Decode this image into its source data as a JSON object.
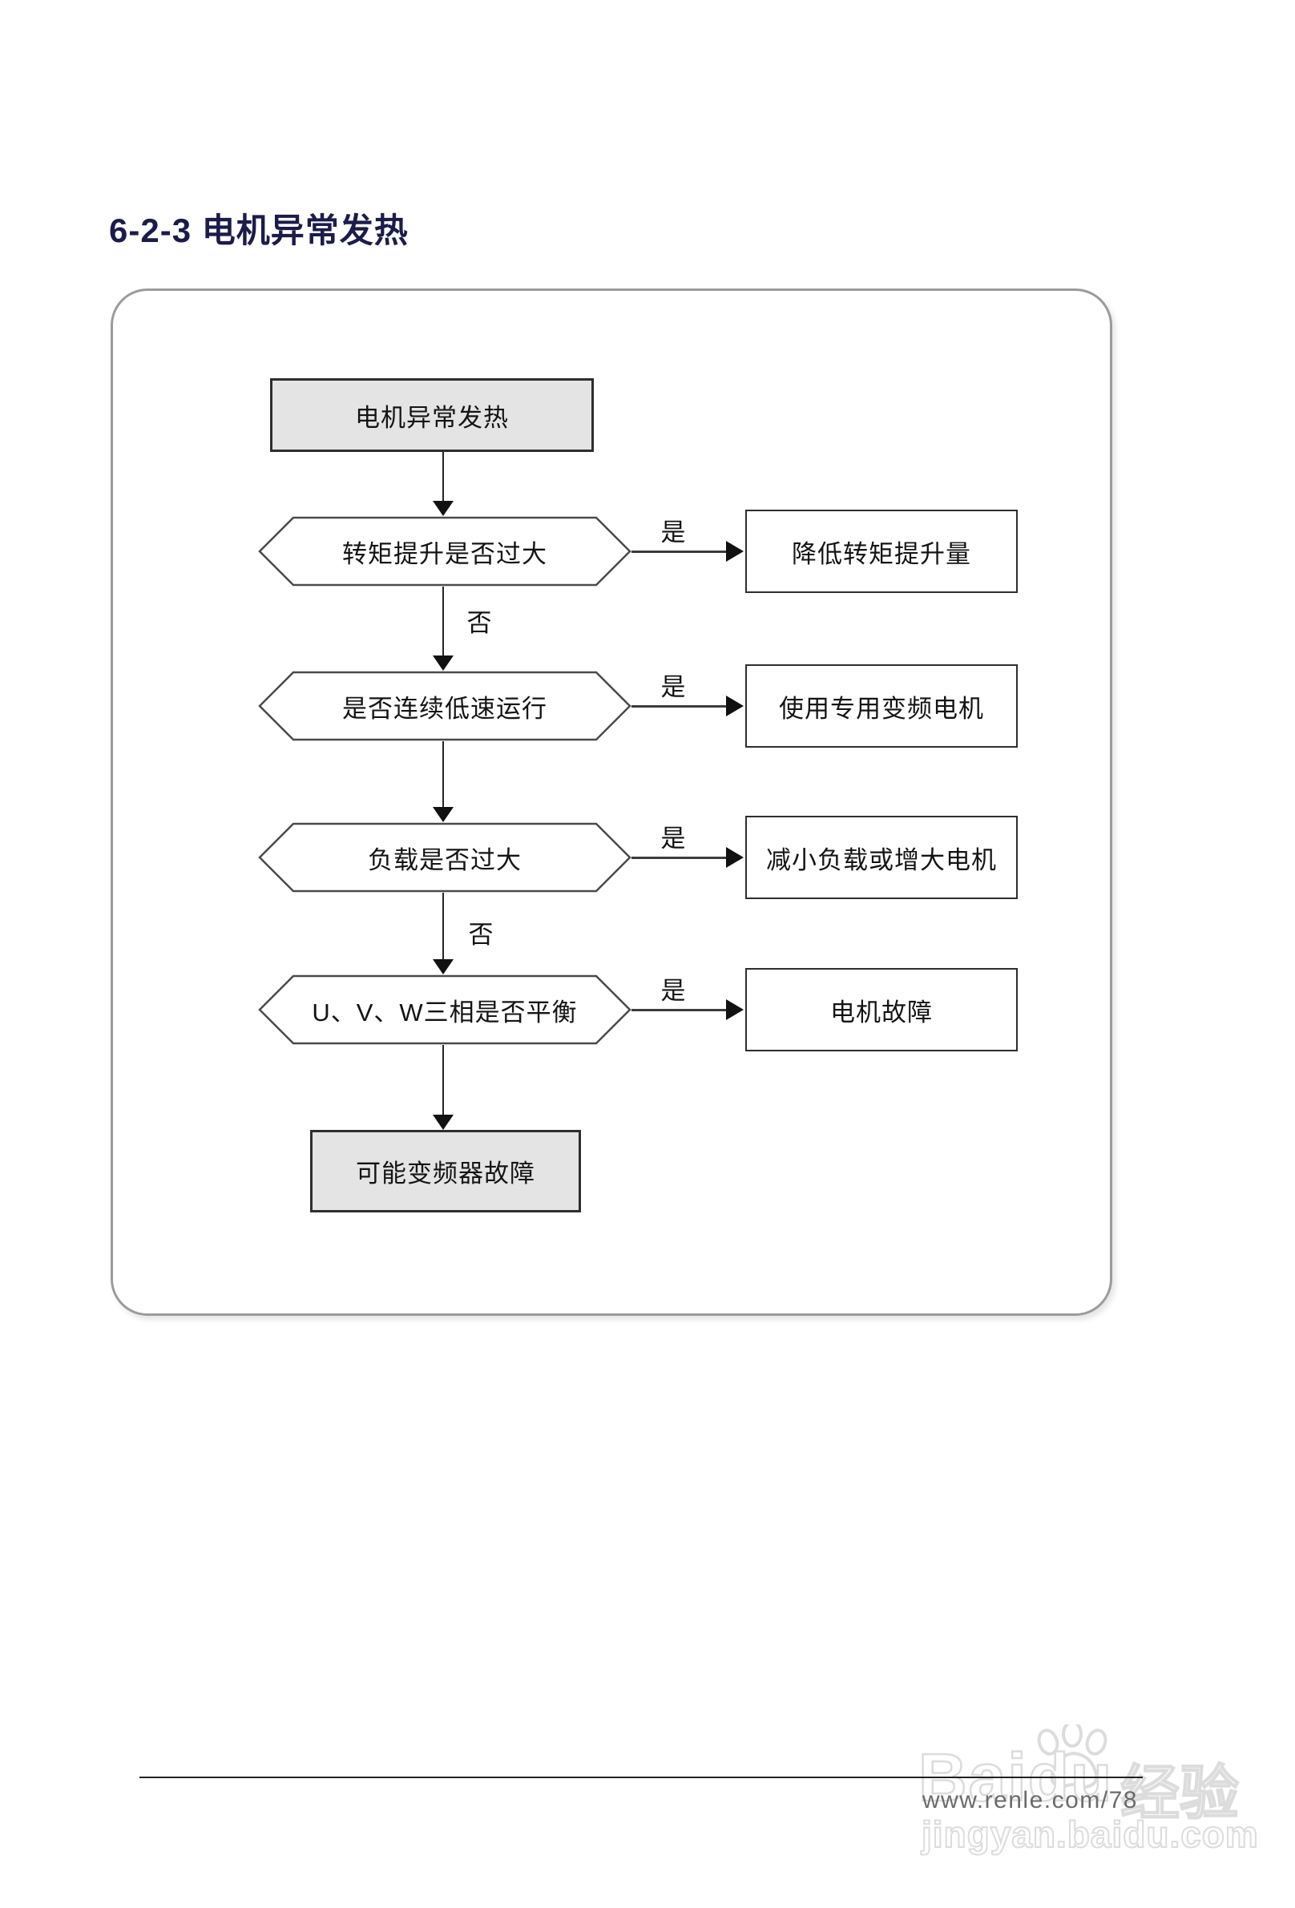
{
  "page": {
    "title": "6-2-3 电机异常发热"
  },
  "flowchart": {
    "start_label": "电机异常发热",
    "end_label": "可能变频器故障",
    "yes_label": "是",
    "no_label": "否",
    "steps": [
      {
        "question": "转矩提升是否过大",
        "action": "降低转矩提升量",
        "no_label_shown": true
      },
      {
        "question": "是否连续低速运行",
        "action": "使用专用变频电机",
        "no_label_shown": false
      },
      {
        "question": "负载是否过大",
        "action": "减小负载或增大电机",
        "no_label_shown": true
      },
      {
        "question": "U、V、W三相是否平衡",
        "action": "电机故障",
        "no_label_shown": false
      }
    ]
  },
  "footer": {
    "site_url": "www.renle.com/78"
  },
  "watermark": {
    "brand": "Baidu",
    "brand_suffix": "经验",
    "url": "jingyan.baidu.com",
    "paw_icon": "baidu-paw-icon"
  },
  "colors": {
    "title_text": "#1c1c4b",
    "container_border": "#9b9b9b",
    "node_fill_gray": "#e4e4e4",
    "node_border": "#2e2e2e",
    "connector": "#252525",
    "footer_text": "#6b6b6b",
    "watermark": "#dcdcdc"
  }
}
